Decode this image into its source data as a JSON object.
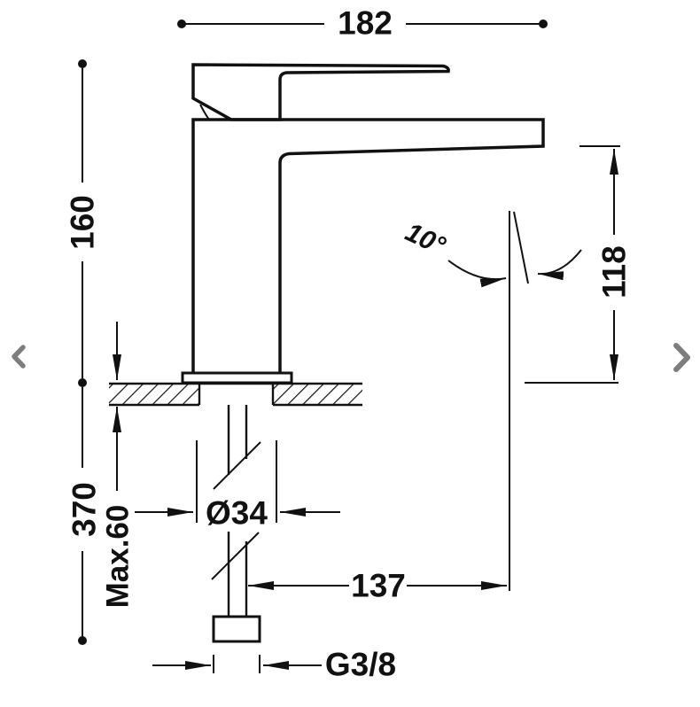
{
  "page": {
    "background": "#ffffff",
    "line_color": "#111111",
    "nav_color": "#7d7d7d"
  },
  "drawing": {
    "type": "technical-drawing",
    "subject": "Single-lever basin mixer tap, side elevation with installation dimensions",
    "dimensions": {
      "spout_width": "182",
      "total_height": "160",
      "outlet_height": "118",
      "spout_angle": "10°",
      "under_counter_length": "370",
      "max_deck_thickness": "Max.60",
      "hole_diameter": "Ø34",
      "outlet_offset": "137",
      "thread": "G3/8"
    }
  },
  "nav": {
    "prev_icon": "chevron-left",
    "next_icon": "chevron-right"
  }
}
